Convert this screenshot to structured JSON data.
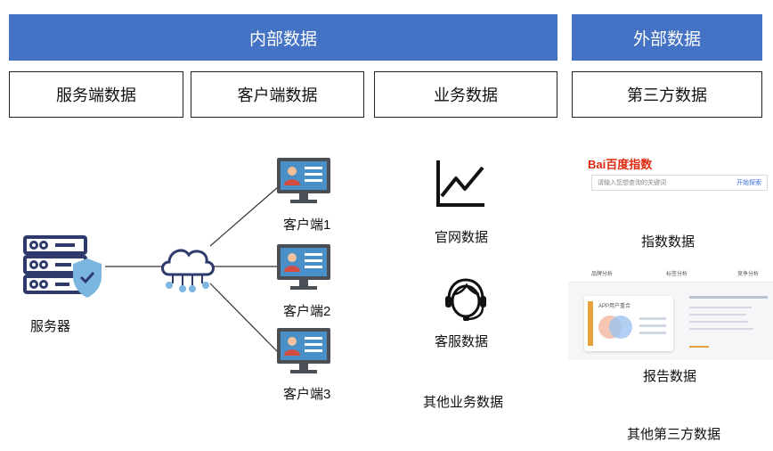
{
  "header": {
    "internal_title": "内部数据",
    "external_title": "外部数据"
  },
  "categories": {
    "server": "服务端数据",
    "client": "客户端数据",
    "business": "业务数据",
    "third_party": "第三方数据"
  },
  "network": {
    "server_label": "服务器",
    "clients": [
      "客户端1",
      "客户端2",
      "客户端3"
    ]
  },
  "business": {
    "website_label": "官网数据",
    "support_label": "客服数据",
    "other_label": "其他业务数据"
  },
  "third_party": {
    "index_label": "指数数据",
    "report_label": "报告数据",
    "other_label": "其他第三方数据",
    "baidu_logo_text": "Bai百度指数",
    "search_placeholder": "请输入您想查询的关键词",
    "search_button": "开始探索",
    "report_card_title": "APP用户重合",
    "report_tabs": [
      "品牌分析",
      "标签分析",
      "竞争分析"
    ]
  },
  "colors": {
    "banner": "#4472c4",
    "icon_navy": "#2e3a6b",
    "shield": "#7ab6e0",
    "monitor_screen": "#4a90c8",
    "cloud_stroke": "#2e3a6b",
    "cloud_dots": "#7ab6e0"
  }
}
